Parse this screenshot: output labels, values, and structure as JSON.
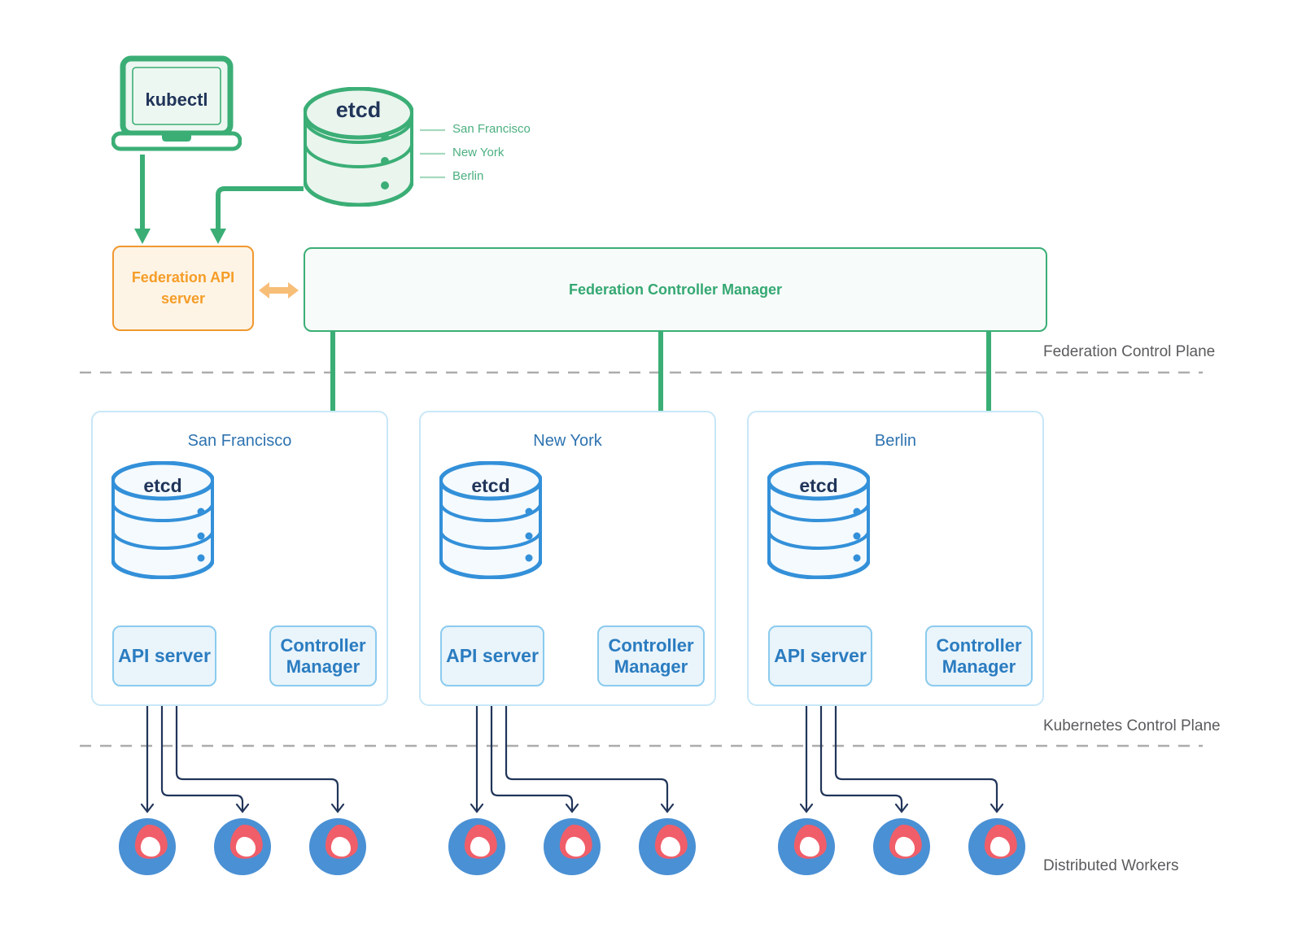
{
  "palette": {
    "green": "#3BAE76",
    "green_dash": "#A6D9BE",
    "mint_fill": "#EDF7F1",
    "navy": "#21355A",
    "orange_border": "#F0982F",
    "orange_text": "#F59D27",
    "orange_fill": "#FDF4E6",
    "orange_arrow": "#F7BE78",
    "blue_text": "#2B7CC0",
    "blue_cylinder": "#3390D9",
    "blue_box_border": "#8BCBEE",
    "blue_box_fill": "#E9F4FB",
    "cluster_border": "#C8E7F8",
    "arrow_light_blue": "#C4DAF2",
    "worker_blue": "#4A90D4",
    "worker_red": "#F05E69",
    "gray_text": "#5B5B5E",
    "divider_gray": "#ACACAC"
  },
  "federation": {
    "kubectl_label": "kubectl",
    "etcd": {
      "label": "etcd",
      "linked_clusters": [
        "San Francisco",
        "New York",
        "Berlin"
      ]
    },
    "api_server_label": "Federation API server",
    "controller_manager_label": "Federation Controller Manager",
    "plane_label": "Federation Control Plane"
  },
  "kubernetes": {
    "plane_label": "Kubernetes Control Plane",
    "clusters": [
      {
        "name": "San Francisco",
        "etcd_label": "etcd",
        "api_server_label": "API server",
        "controller_manager_label": "Controller Manager",
        "worker_count": 3
      },
      {
        "name": "New York",
        "etcd_label": "etcd",
        "api_server_label": "API server",
        "controller_manager_label": "Controller Manager",
        "worker_count": 3
      },
      {
        "name": "Berlin",
        "etcd_label": "etcd",
        "api_server_label": "API server",
        "controller_manager_label": "Controller Manager",
        "worker_count": 3
      }
    ]
  },
  "distributed_workers_label": "Distributed Workers"
}
